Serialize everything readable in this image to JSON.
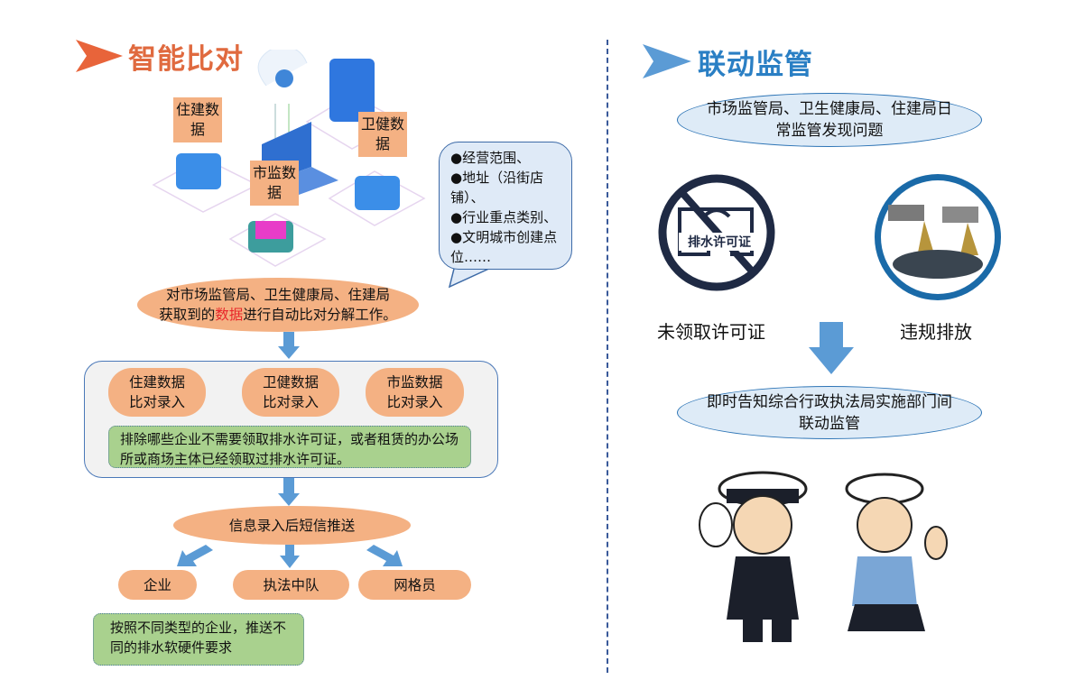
{
  "left": {
    "title": "智能比对",
    "labels": {
      "zhujian": "住建数据",
      "weijian": "卫健数据",
      "shijian": "市监数据"
    },
    "callout": [
      "●经营范围、",
      "●地址（沿街店铺）、",
      "●行业重点类别、",
      "●文明城市创建点位……"
    ],
    "main_oval": {
      "line1": "对市场监管局、卫生健康局、住建局",
      "line2_pre": "获取到的",
      "line2_red": "数据",
      "line2_post": "进行自动比对分解工作。"
    },
    "pills": [
      {
        "l1": "住建数据",
        "l2": "比对录入"
      },
      {
        "l1": "卫健数据",
        "l2": "比对录入"
      },
      {
        "l1": "市监数据",
        "l2": "比对录入"
      }
    ],
    "exclude_note": "排除哪些企业不需要领取排水许可证，或者租赁的办公场所或商场主体已经领取过排水许可证。",
    "push_oval": "信息录入后短信推送",
    "targets": [
      "企业",
      "执法中队",
      "网格员"
    ],
    "enterprise_note": "按照不同类型的企业，推送不同的排水软硬件要求"
  },
  "right": {
    "title": "联动监管",
    "top_oval": "市场监管局、卫生健康局、住建局日常监管发现问题",
    "permit_sign": "排水许可证",
    "issue1": "未领取许可证",
    "issue2": "违规排放",
    "bottom_oval": "即时告知综合行政执法局实施部门间联动监管"
  },
  "colors": {
    "orange": "#f4b183",
    "left_title": "#e06a3f",
    "right_title": "#2a7fc4",
    "arrow": "#5b9bd5",
    "green": "#a9d18e"
  }
}
